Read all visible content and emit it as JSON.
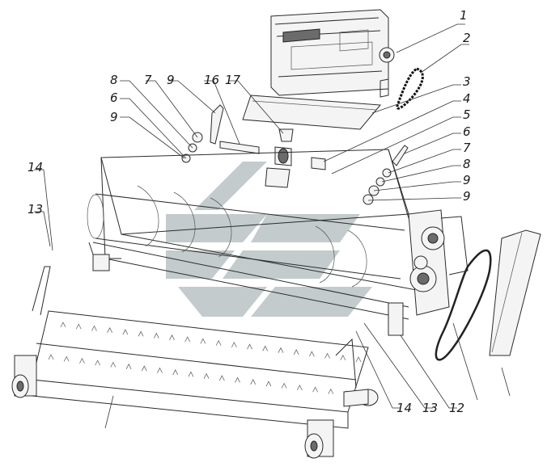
{
  "drawing": {
    "watermark_color": "#b9c2c4",
    "line_color": "#2b2b2b",
    "callouts": [
      {
        "id": "c1",
        "label": "1"
      },
      {
        "id": "c2",
        "label": "2"
      },
      {
        "id": "c3",
        "label": "3"
      },
      {
        "id": "c4",
        "label": "4"
      },
      {
        "id": "c5",
        "label": "5"
      },
      {
        "id": "c6a",
        "label": "6"
      },
      {
        "id": "c7a",
        "label": "7"
      },
      {
        "id": "c8a",
        "label": "8"
      },
      {
        "id": "c9a",
        "label": "9"
      },
      {
        "id": "c9b",
        "label": "9"
      },
      {
        "id": "c6b",
        "label": "6"
      },
      {
        "id": "c7b",
        "label": "7"
      },
      {
        "id": "c8b",
        "label": "8"
      },
      {
        "id": "c9c",
        "label": "9"
      },
      {
        "id": "c9d",
        "label": "9"
      },
      {
        "id": "c16",
        "label": "16"
      },
      {
        "id": "c17",
        "label": "17"
      },
      {
        "id": "c14a",
        "label": "14"
      },
      {
        "id": "c13a",
        "label": "13"
      },
      {
        "id": "c14b",
        "label": "14"
      },
      {
        "id": "c13b",
        "label": "13"
      },
      {
        "id": "c12",
        "label": "12"
      }
    ]
  }
}
